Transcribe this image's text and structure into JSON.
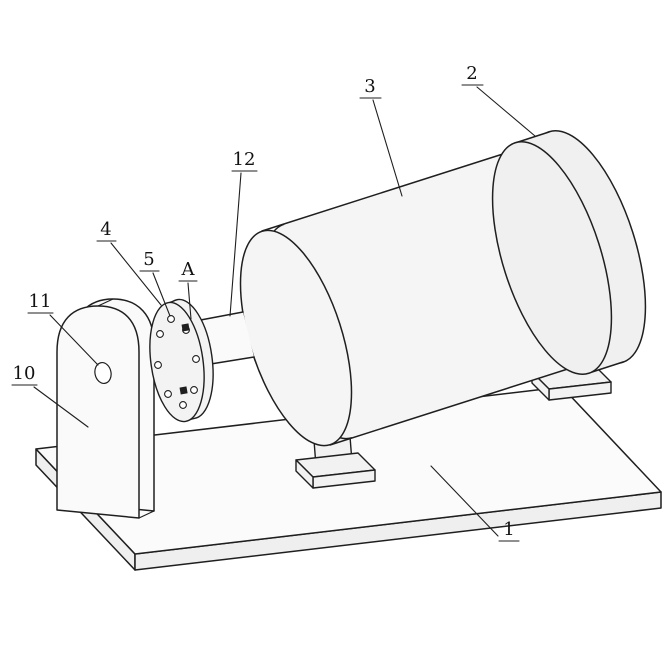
{
  "figure": {
    "type": "patent-line-drawing",
    "description": "Isometric technical drawing of a motor/drum assembly on a base plate with a flanged shaft coupling and a support bracket",
    "background": "#ffffff",
    "line_color": "#1f1f1f",
    "part_fill": "#f5f5f5"
  },
  "labels": {
    "l1": "1",
    "l2": "2",
    "l3": "3",
    "l4": "4",
    "l5": "5",
    "lA": "A",
    "l10": "10",
    "l11": "11",
    "l12": "12"
  }
}
